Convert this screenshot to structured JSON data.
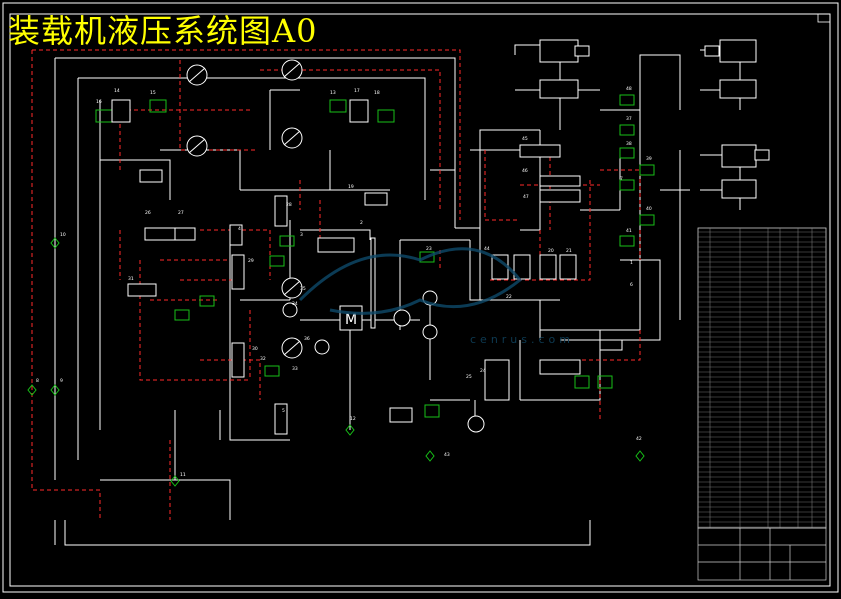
{
  "drawing": {
    "title": "装载机液压系统图A0",
    "watermark": "cenrus.com",
    "motor_label": "M",
    "colors": {
      "background": "#000000",
      "title": "#ffff00",
      "line": "#ffffff",
      "dashed": "#ff2a2a",
      "valve_green": "#18c018",
      "table_line": "#cfcfcf"
    },
    "callouts": [
      "16",
      "14",
      "15",
      "17",
      "18",
      "13",
      "19",
      "31",
      "45",
      "46",
      "47",
      "48",
      "37",
      "38",
      "39",
      "40",
      "41",
      "44",
      "20",
      "21",
      "22",
      "23",
      "24",
      "25",
      "26",
      "27",
      "28",
      "29",
      "30",
      "32",
      "33",
      "34",
      "35",
      "36",
      "42",
      "43",
      "11",
      "12",
      "10",
      "8",
      "9",
      "5",
      "4",
      "3",
      "2",
      "1",
      "6",
      "7"
    ]
  }
}
